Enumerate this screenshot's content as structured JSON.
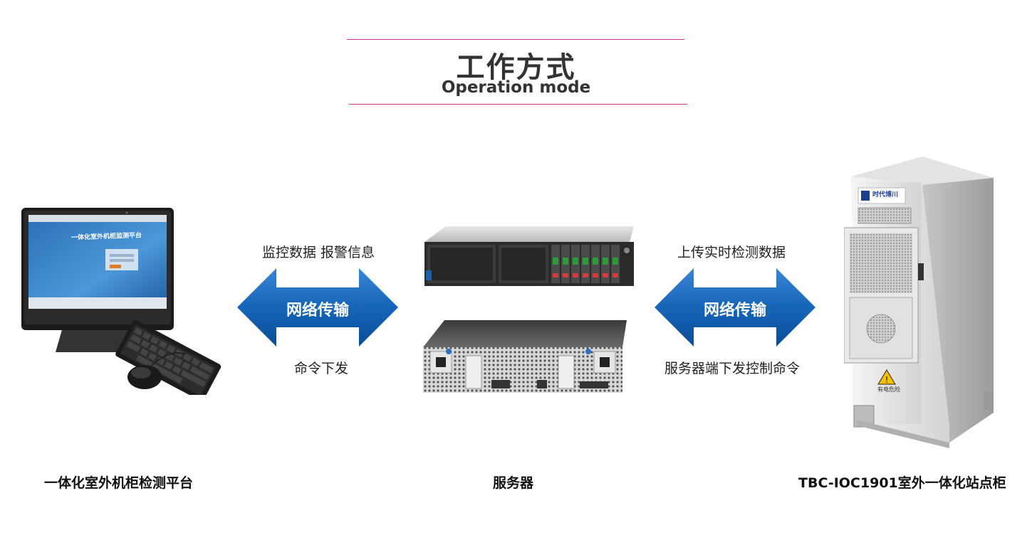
{
  "header": {
    "title_cn": "工作方式",
    "title_en": "Operation mode"
  },
  "left_link": {
    "top_label": "监控数据 报警信息",
    "arrow_label": "网络传输",
    "bottom_label": "命令下发"
  },
  "right_link": {
    "top_label": "上传实时检测数据",
    "arrow_label": "网络传输",
    "bottom_label": "服务器端下发控制命令"
  },
  "nodes": {
    "computer_caption": "一体化室外机柜检测平台",
    "server_caption": "服务器",
    "cabinet_caption": "TBC-IOC1901室外一体化站点柜"
  },
  "screen": {
    "title": "一体化室外机柜监测平台"
  },
  "cabinet": {
    "logo_text": "时代博川",
    "warning_text": "有电危险"
  },
  "colors": {
    "accent_line": "#c9378d",
    "arrow_blue": "#1565b8"
  }
}
